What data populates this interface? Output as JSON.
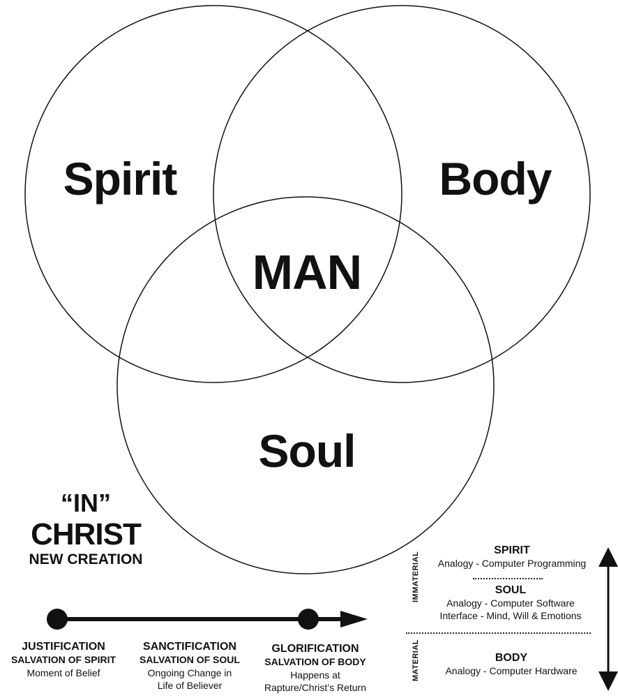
{
  "venn": {
    "circles": [
      "Spirit",
      "Body",
      "Soul"
    ],
    "center": "MAN"
  },
  "in_christ": {
    "quote": "“IN”",
    "title": "CHRIST",
    "subtitle": "NEW CREATION"
  },
  "timeline": [
    {
      "title": "JUSTIFICATION",
      "subtitle": "SALVATION OF SPIRIT",
      "desc": [
        "Moment of Belief"
      ]
    },
    {
      "title": "SANCTIFICATION",
      "subtitle": "SALVATION OF SOUL",
      "desc": [
        "Ongoing Change in",
        "Life of Believer"
      ]
    },
    {
      "title": "GLORIFICATION",
      "subtitle": "SALVATION OF BODY",
      "desc": [
        "Happens at",
        "Rapture/Christ’s Return"
      ]
    }
  ],
  "scale": {
    "immaterial_label": "IMMATERIAL",
    "material_label": "MATERIAL",
    "items": [
      {
        "title": "SPIRIT",
        "lines": [
          "Analogy - Computer Programming"
        ]
      },
      {
        "title": "SOUL",
        "lines": [
          "Analogy - Computer Software",
          "Interface - Mind, Will & Emotions"
        ]
      },
      {
        "title": "BODY",
        "lines": [
          "Analogy - Computer Hardware"
        ]
      }
    ]
  },
  "colors": {
    "ink": "#111111",
    "background": "#ffffff"
  }
}
